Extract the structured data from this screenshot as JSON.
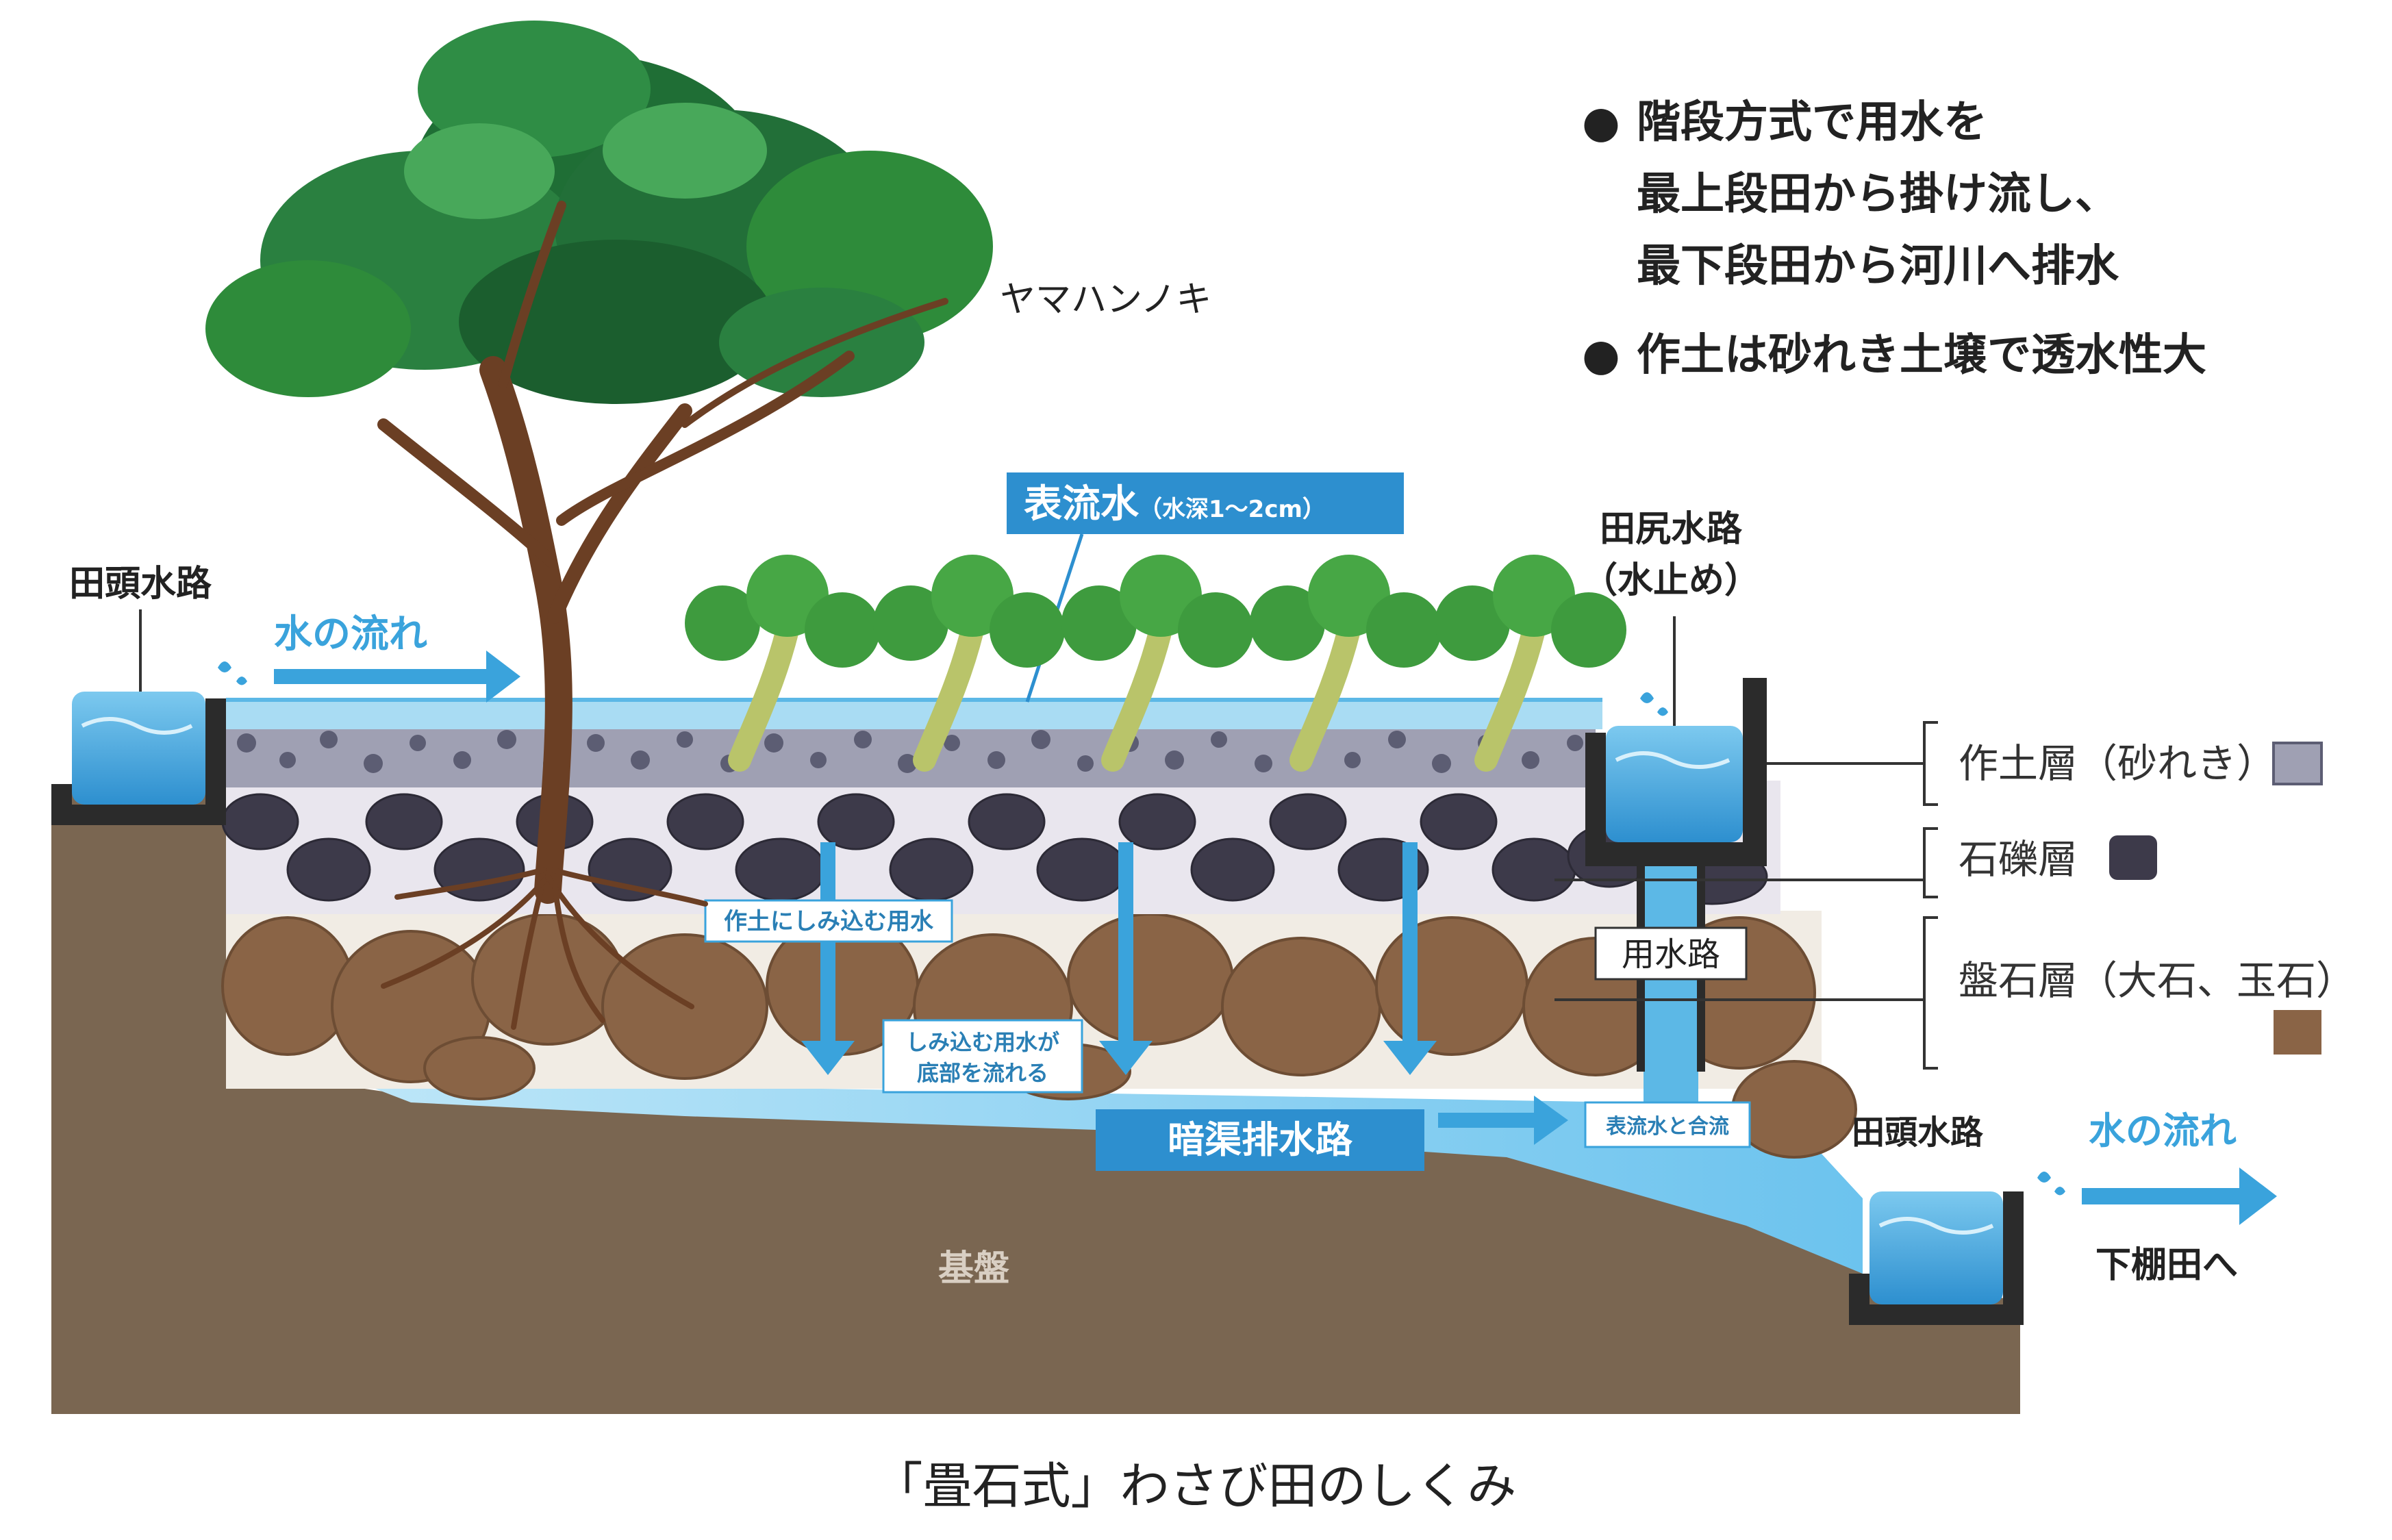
{
  "notes": {
    "bullet": "●",
    "line1": "階段方式で用水を",
    "line2": "最上段田から掛け流し、",
    "line3": "最下段田から河川へ排水",
    "line4": "作土は砂れき土壌で透水性大"
  },
  "tree_label": "ヤマハンノキ",
  "surface_water": {
    "main": "表流水",
    "sub": "（水深1～2cm）"
  },
  "left_channel_label": "田頭水路",
  "right_channel_label_line1": "田尻水路",
  "right_channel_label_line2": "（水止め）",
  "water_flow_left": "水の流れ",
  "water_flow_right": "水の流れ",
  "next_field": "下棚田へ",
  "outlet_channel_label": "田頭水路",
  "seep_label_1": "作土にしみ込む用水",
  "seep_label_2_line1": "しみ込む用水が",
  "seep_label_2_line2": "底部を流れる",
  "drain_label": "暗渠排水路",
  "merge_label": "表流水と合流",
  "supply_channel_label": "用水路",
  "bedrock_label": "基盤",
  "layers": {
    "topsoil": "作土層（砂れき）",
    "gravel": "石礫層",
    "boulder": "盤石層（大石、玉石）"
  },
  "caption": "「畳石式」わさび田のしくみ",
  "colors": {
    "water": "#3aa3dc",
    "water_light": "#a9dcf3",
    "soil": "#7a6651",
    "boulder": "#8a6446",
    "gravel": "#3d3a4a",
    "leaf": "#2e8b3a"
  }
}
